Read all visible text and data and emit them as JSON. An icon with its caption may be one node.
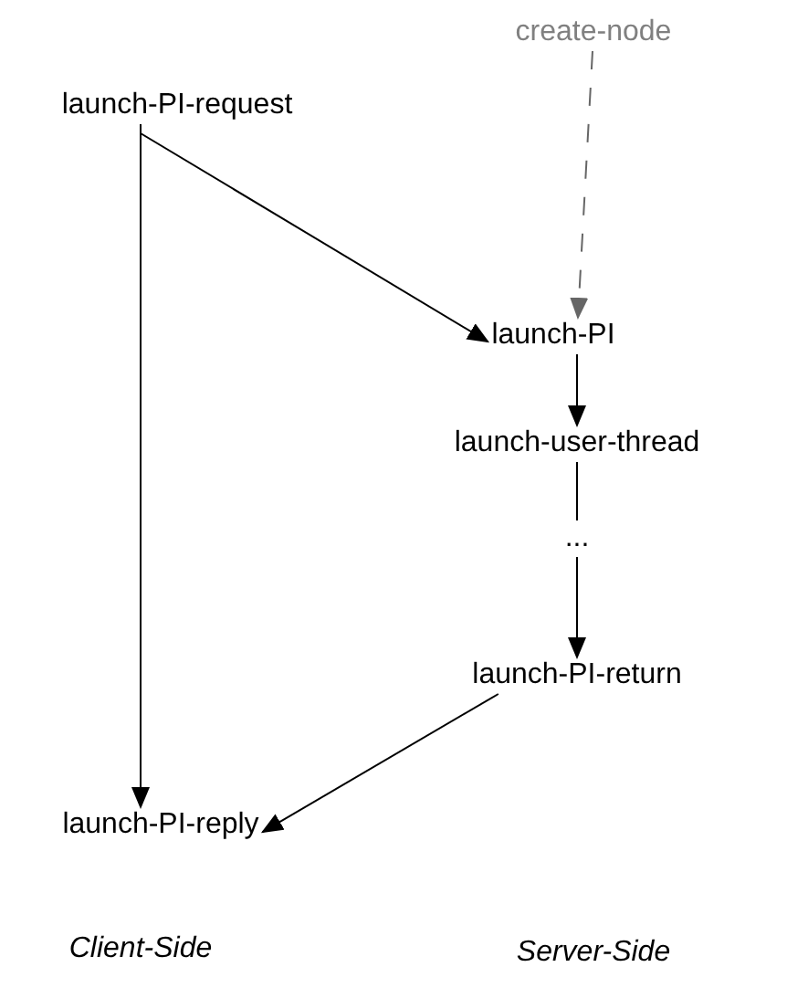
{
  "diagram": {
    "nodes": [
      {
        "text": [
          "create-node"
        ]
      },
      {
        "text": [
          "launch-PI-request"
        ]
      },
      {
        "text": [
          "launch-PI"
        ]
      },
      {
        "text": [
          "launch-user-thread"
        ]
      },
      {
        "text": [
          "..."
        ]
      },
      {
        "text": [
          "launch-PI-return"
        ]
      },
      {
        "text": [
          "launch-PI-reply"
        ]
      }
    ],
    "edges": [
      {
        "from": 0,
        "to": 2,
        "arrow": "to",
        "style": "dashed",
        "color": "#666666"
      },
      {
        "from": 1,
        "to": 2,
        "arrow": "to"
      },
      {
        "from": 1,
        "to": 6,
        "arrow": "to"
      },
      {
        "from": 2,
        "to": 3,
        "arrow": "to"
      },
      {
        "from": 3,
        "to": 4,
        "arrow": "none"
      },
      {
        "from": 4,
        "to": 5,
        "arrow": "to"
      },
      {
        "from": 5,
        "to": 6,
        "arrow": "to"
      }
    ],
    "labels": [
      "Client-Side",
      "Server-Side"
    ]
  }
}
